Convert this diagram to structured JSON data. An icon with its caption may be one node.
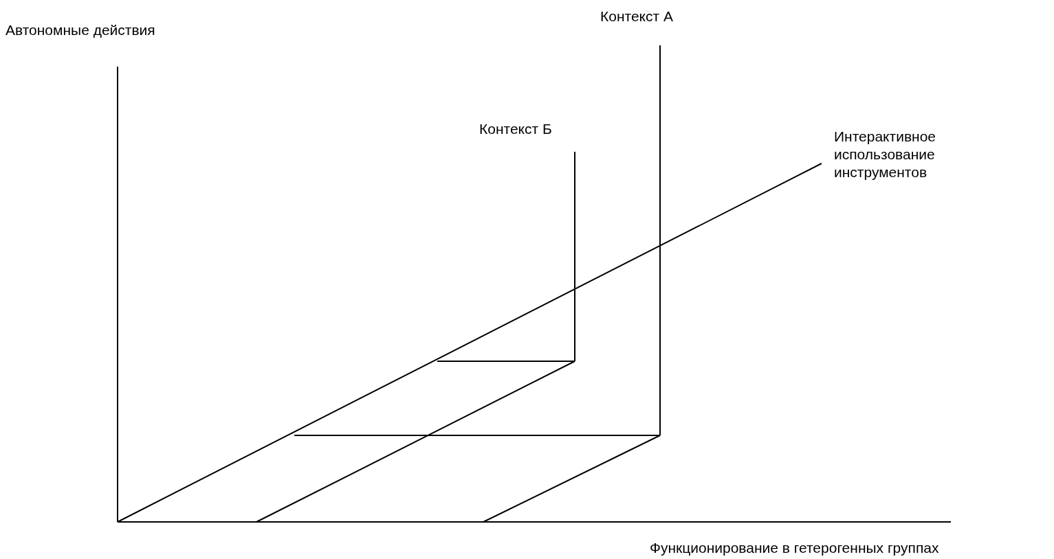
{
  "diagram": {
    "labels": [
      "Автономные действия",
      "Контекст А",
      "Контекст Б",
      "Интерактивное использование инструментов",
      "Функционирование в гетерогенных группах"
    ]
  }
}
